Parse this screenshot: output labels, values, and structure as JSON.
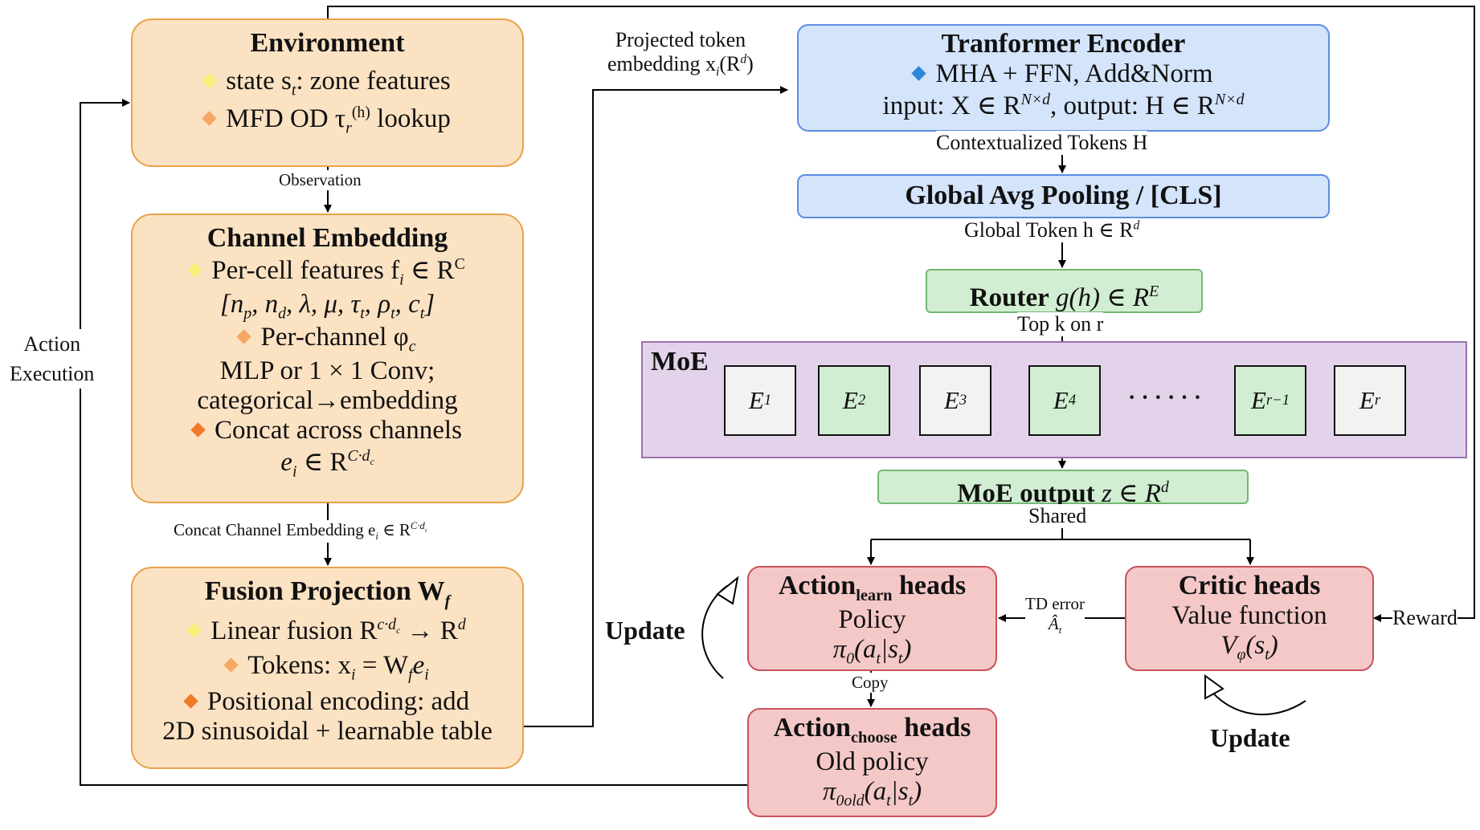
{
  "environment": {
    "title": "Environment",
    "line1": "state s",
    "line1_sub": "t",
    "line1_rest": ": zone features",
    "line2_pre": "MFD OD τ",
    "line2_sub": "r",
    "line2_sup": "(h)",
    "line2_rest": " lookup"
  },
  "channel": {
    "title": "Channel Embedding",
    "l1": "Per-cell features f",
    "l1_sub": "i",
    "l1_rest": " ∈ R",
    "l1_sup": "C",
    "l2": "[n",
    "l2_a": "p",
    "l2_b": ", n",
    "l2_c": "d",
    "l2_d": ", λ, μ, τ",
    "l2_e": "t",
    "l2_f": ", ρ",
    "l2_g": "t",
    "l2_h": ", c",
    "l2_i": "t",
    "l2_j": "]",
    "l3": "Per-channel φ",
    "l3_sub": "c",
    "l4": "MLP or 1 × 1 Conv;",
    "l5": "categorical→embedding",
    "l6": "Concat across channels",
    "l7": "e",
    "l7_sub": "i",
    "l7_rest": " ∈ R",
    "l7_sup": "C·d",
    "l7_sup_sub": "c"
  },
  "fusion": {
    "title": "Fusion Projection W",
    "title_sub": "f",
    "l1": "Linear fusion R",
    "l1_sup": "c·d",
    "l1_sup_sub": "c",
    "l1_rest": " → R",
    "l1_sup2": "d",
    "l2": "Tokens: x",
    "l2_sub": "i",
    "l2_rest": " = W",
    "l2_sub2": "f",
    "l2_rest2": "e",
    "l2_sub3": "i",
    "l3": "Positional encoding: add",
    "l4": "2D sinusoidal + learnable table"
  },
  "encoder": {
    "title": "Tranformer Encoder",
    "l1": "MHA + FFN, Add&Norm",
    "l2a": "input: X ∈ R",
    "l2a_sup": "N×d",
    "l2b": ", output: H ∈ R",
    "l2b_sup": "N×d"
  },
  "pooling": {
    "title": "Global Avg Pooling / [CLS]"
  },
  "router": {
    "title": "Router",
    "rest": " g(h) ∈ R",
    "sup": "E"
  },
  "moe": {
    "label": "MoE",
    "experts": [
      {
        "base": "E",
        "sub": "1",
        "active": false
      },
      {
        "base": "E",
        "sub": "2",
        "active": true
      },
      {
        "base": "E",
        "sub": "3",
        "active": false
      },
      {
        "base": "E",
        "sub": "4",
        "active": true
      },
      {
        "base": "E",
        "sub": "r−1",
        "active": true
      },
      {
        "base": "E",
        "sub": "r",
        "active": false
      }
    ],
    "dots": "· · · · · ·"
  },
  "moe_output": {
    "title": "MoE output",
    "rest": " z ∈ R",
    "sup": "d"
  },
  "action_learn": {
    "title_a": "Action",
    "title_sub": "learn",
    "title_b": " heads",
    "l1": "Policy",
    "l2": "π",
    "l2_sub": "0",
    "l2_rest": "(a",
    "l2_s1": "t",
    "l2_mid": "|s",
    "l2_s2": "t",
    "l2_end": ")"
  },
  "action_choose": {
    "title_a": "Action",
    "title_sub": "choose",
    "title_b": " heads",
    "l1": "Old policy",
    "l2": "π",
    "l2_sub": "0old",
    "l2_rest": "(a",
    "l2_s1": "t",
    "l2_mid": "|s",
    "l2_s2": "t",
    "l2_end": ")"
  },
  "critic": {
    "title": "Critic heads",
    "l1": "Value function",
    "l2": "V",
    "l2_sub": "φ",
    "l2_rest": "(s",
    "l2_s1": "t",
    "l2_end": ")"
  },
  "labels": {
    "observation": "Observation",
    "concat": "Concat Channel Embedding e",
    "concat_sub": "i",
    "concat_rest": " ∈ R",
    "concat_sup": "C·d",
    "concat_sup_sub": "c",
    "projected1": "Projected token",
    "projected2": "embedding x",
    "projected2_sub": "i",
    "projected2_rest": "(R",
    "projected2_sup": "d",
    "projected2_end": ")",
    "contextualized": "Contextualized Tokens H",
    "global_token": "Global Token h ∈ R",
    "global_token_sup": "d",
    "topk": "Top k on r",
    "shared": "Shared",
    "td_error": "TD error",
    "td_sym": "Â",
    "td_sub": "t",
    "copy": "Copy",
    "reward": "Reward",
    "action_exec1": "Action",
    "action_exec2": "Execution",
    "update": "Update"
  }
}
